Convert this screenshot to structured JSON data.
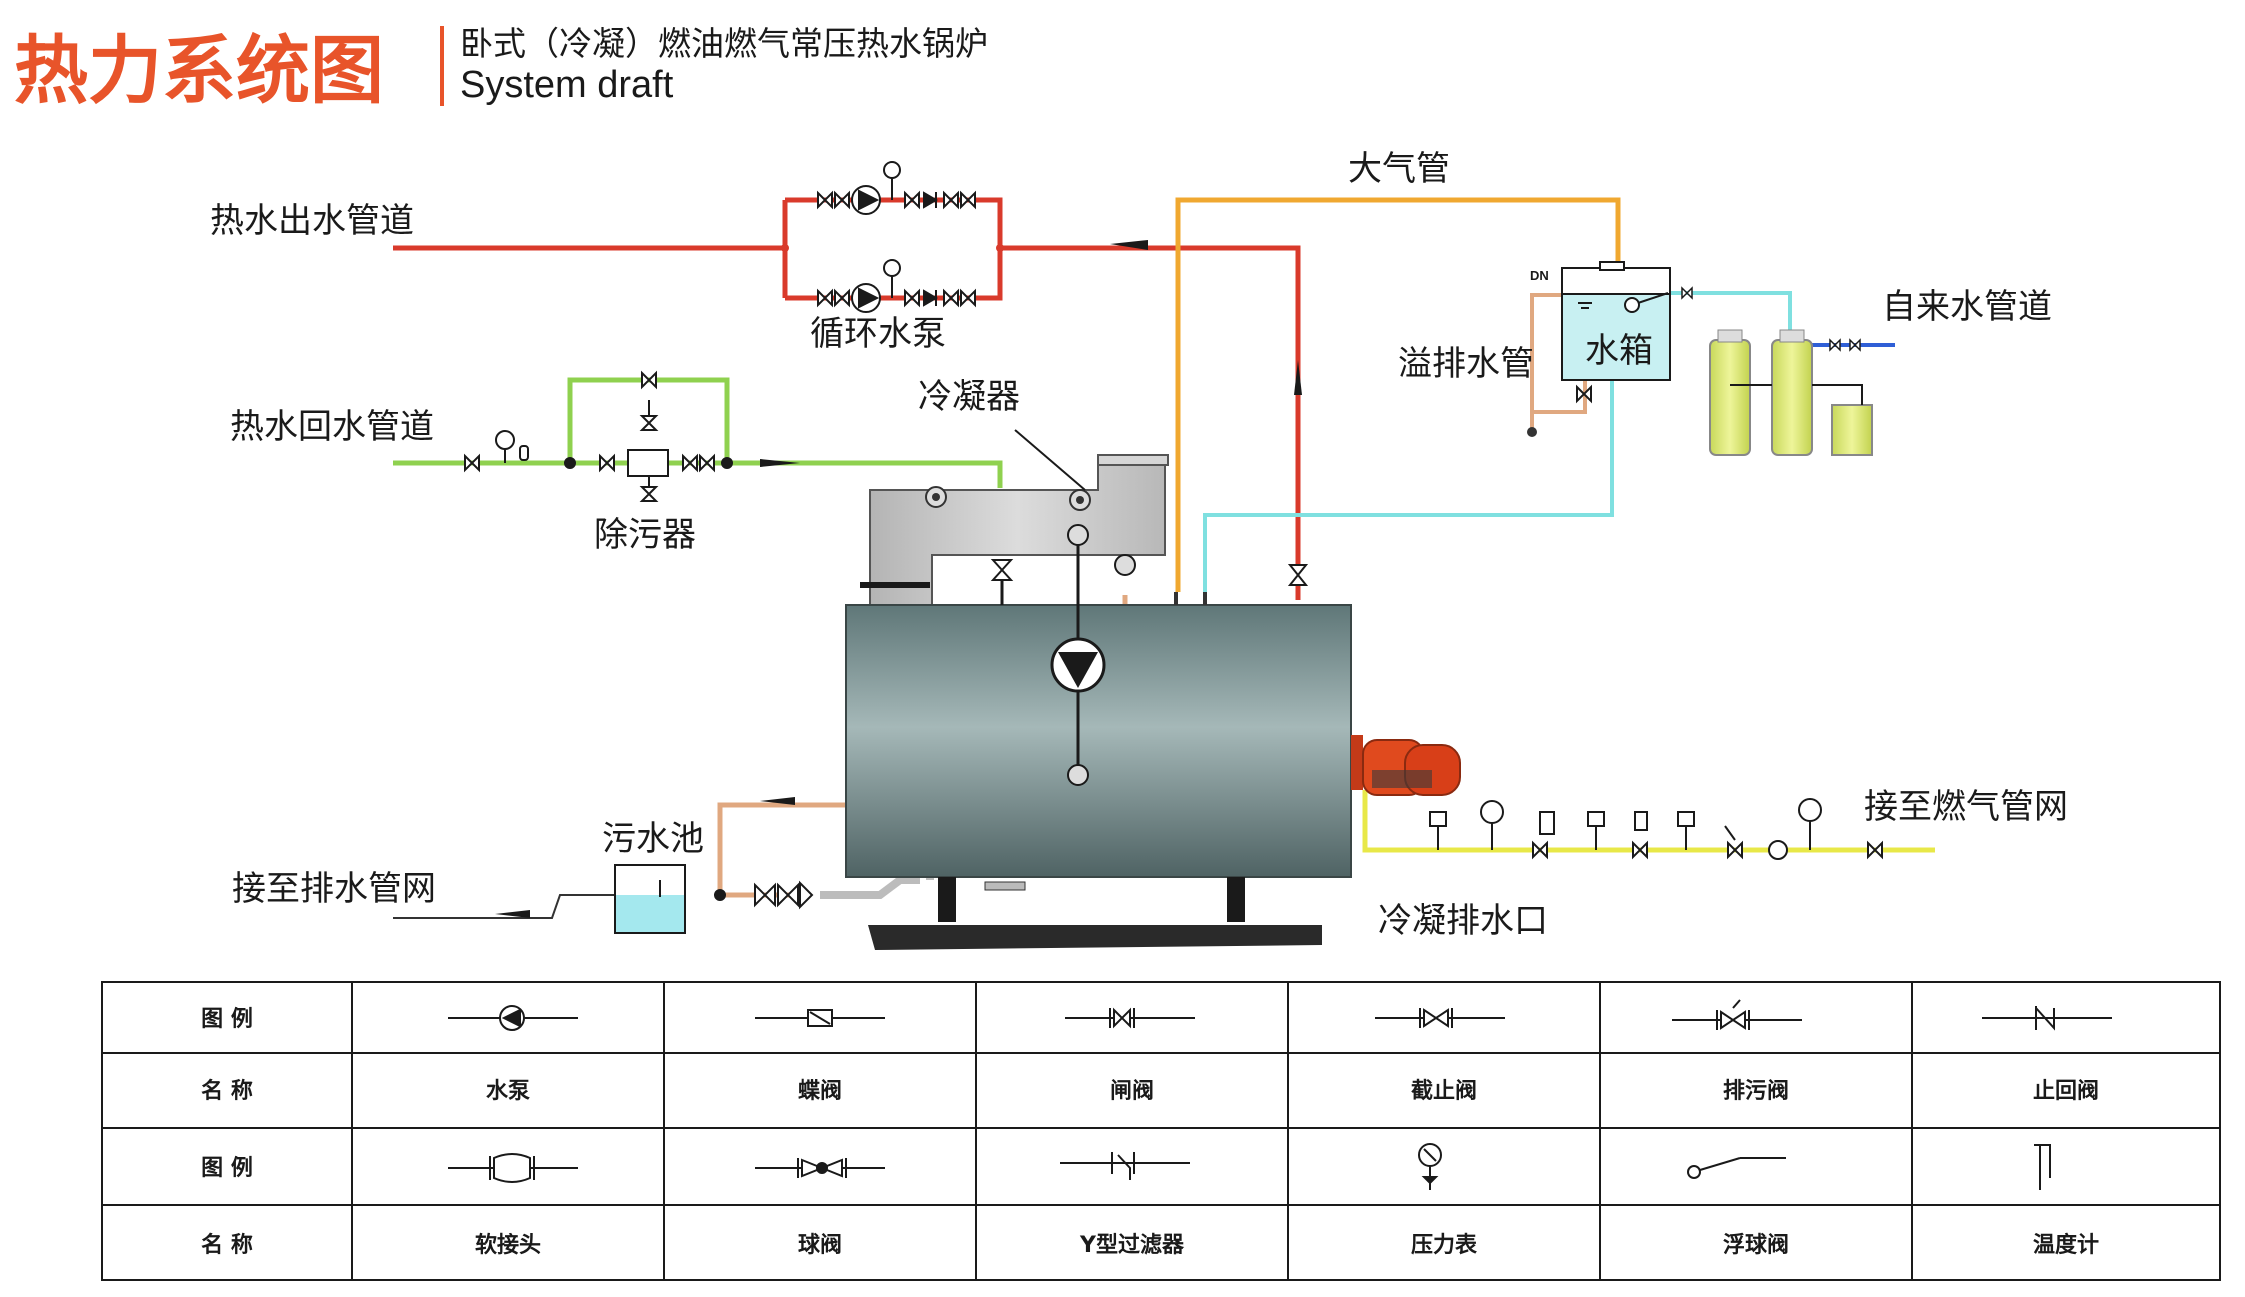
{
  "title": {
    "main": "热力系统图",
    "subtitle": "卧式（冷凝）燃油燃气常压热水锅炉",
    "english": "System draft"
  },
  "labels": {
    "hot_water_out": "热水出水管道",
    "hot_water_return": "热水回水管道",
    "circulation_pump": "循环水泵",
    "decontaminator": "除污器",
    "condenser": "冷凝器",
    "atmosphere_pipe": "大气管",
    "overflow_pipe": "溢排水管",
    "water_tank": "水箱",
    "tap_water_pipe": "自来水管道",
    "sewage_pool": "污水池",
    "to_drain_network": "接至排水管网",
    "to_gas_network": "接至燃气管网",
    "condensate_outlet": "冷凝排水口",
    "dn": "DN"
  },
  "legend_table": {
    "header_symbol": "图  例",
    "header_name": "名  称",
    "row1_names": [
      "水泵",
      "蝶阀",
      "闸阀",
      "截止阀",
      "排污阀",
      "止回阀"
    ],
    "row2_names": [
      "软接头",
      "球阀",
      "Y型过滤器",
      "压力表",
      "浮球阀",
      "温度计"
    ]
  },
  "colors": {
    "title_orange": "#e8542a",
    "hot_pipe_red": "#d93a2b",
    "return_pipe_green": "#8fd14f",
    "atmosphere_pipe_orange": "#f0a830",
    "cold_water_cyan": "#7fe0e0",
    "gas_pipe_yellow": "#e8e848",
    "boiler_body": "#7e9596",
    "condenser_gray": "#c4c4c4",
    "burner_orange": "#e04a1e"
  }
}
